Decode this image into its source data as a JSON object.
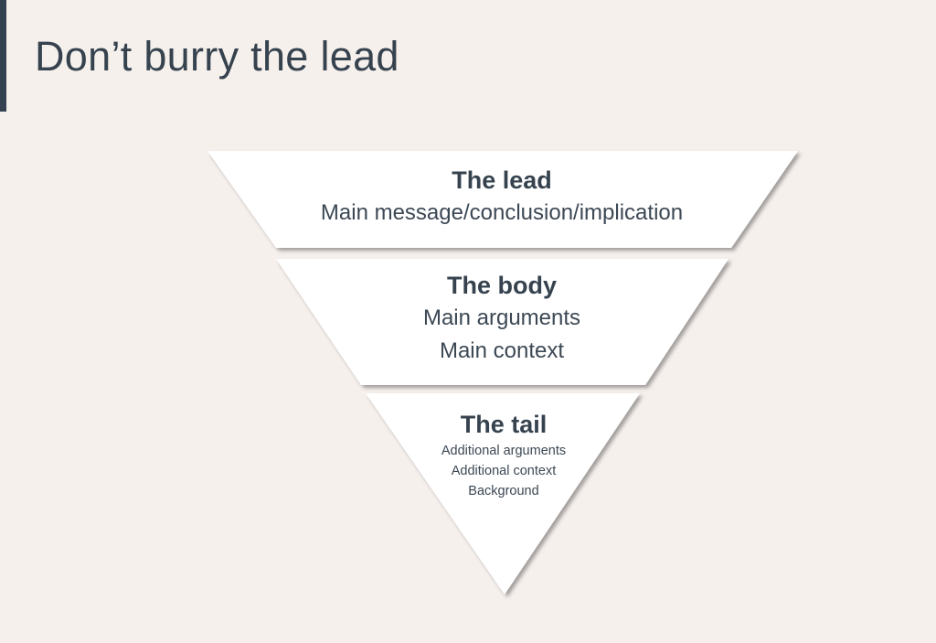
{
  "slide": {
    "title": "Don’t burry the lead",
    "accent_color": "#334150",
    "background_color": "#f6f0ed"
  },
  "pyramid": {
    "levels": [
      {
        "heading": "The lead",
        "lines": [
          "Main message/conclusion/implication"
        ]
      },
      {
        "heading": "The body",
        "lines": [
          "Main arguments",
          "Main context"
        ]
      },
      {
        "heading": "The tail",
        "lines": [
          "Additional arguments",
          "Additional context",
          "Background"
        ]
      }
    ]
  }
}
